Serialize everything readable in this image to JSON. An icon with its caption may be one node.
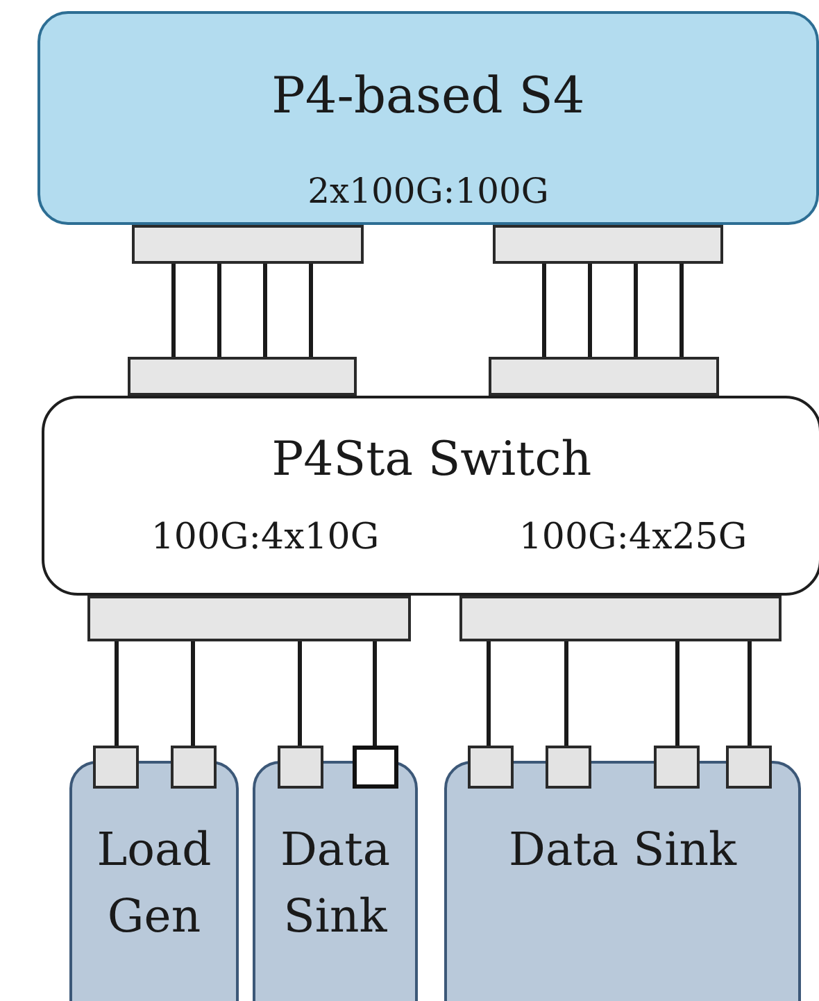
{
  "diagram": {
    "nodes": [
      {
        "text": [
          "P4-based S4",
          "2x100G:100G"
        ]
      },
      {
        "text": [],
        "shape": "bar"
      },
      {
        "text": [],
        "shape": "bar"
      },
      {
        "text": [
          "P4Sta Switch",
          "100G:4x10G",
          "100G:4x25G"
        ]
      },
      {
        "text": [],
        "shape": "bar"
      },
      {
        "text": [],
        "shape": "bar"
      },
      {
        "text": [],
        "shape": "bar"
      },
      {
        "text": [],
        "shape": "bar"
      },
      {
        "text": [],
        "shape": "box"
      },
      {
        "text": [],
        "shape": "box"
      },
      {
        "text": [],
        "shape": "box"
      },
      {
        "text": [],
        "shape": "box"
      },
      {
        "text": [],
        "shape": "box"
      },
      {
        "text": [],
        "shape": "box"
      },
      {
        "text": [],
        "shape": "box"
      },
      {
        "text": [],
        "shape": "box"
      },
      {
        "text": [
          "Load Gen"
        ]
      },
      {
        "text": [
          "Data Sink"
        ]
      },
      {
        "text": [
          "Data Sink"
        ]
      }
    ],
    "edges": [
      {
        "from": 1,
        "to": 4,
        "arrow": "none"
      },
      {
        "from": 1,
        "to": 4,
        "arrow": "none"
      },
      {
        "from": 1,
        "to": 4,
        "arrow": "none"
      },
      {
        "from": 1,
        "to": 4,
        "arrow": "none"
      },
      {
        "from": 2,
        "to": 5,
        "arrow": "none"
      },
      {
        "from": 2,
        "to": 5,
        "arrow": "none"
      },
      {
        "from": 2,
        "to": 5,
        "arrow": "none"
      },
      {
        "from": 2,
        "to": 5,
        "arrow": "none"
      },
      {
        "from": 6,
        "to": 8,
        "arrow": "none"
      },
      {
        "from": 6,
        "to": 9,
        "arrow": "none"
      },
      {
        "from": 6,
        "to": 10,
        "arrow": "none"
      },
      {
        "from": 6,
        "to": 11,
        "arrow": "none"
      },
      {
        "from": 7,
        "to": 12,
        "arrow": "none"
      },
      {
        "from": 7,
        "to": 13,
        "arrow": "none"
      },
      {
        "from": 7,
        "to": 14,
        "arrow": "none"
      },
      {
        "from": 7,
        "to": 15,
        "arrow": "none"
      }
    ]
  }
}
